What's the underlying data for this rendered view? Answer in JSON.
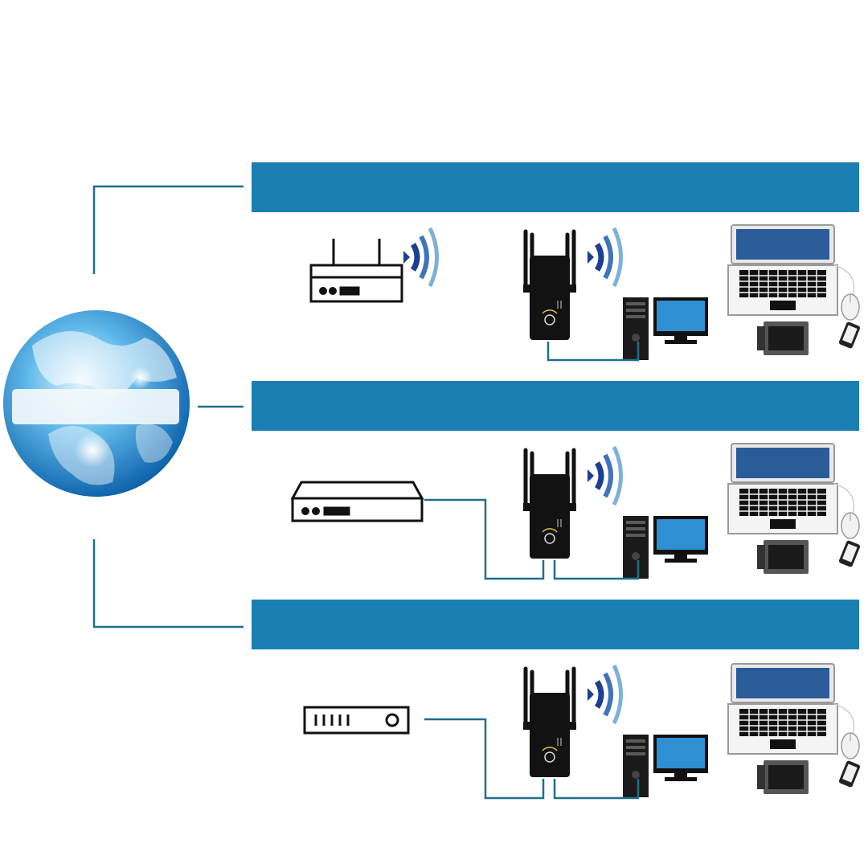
{
  "diagram": {
    "bands": [
      {
        "id": "router-mode",
        "label": ""
      },
      {
        "id": "ap-mode",
        "label": ""
      },
      {
        "id": "client-mode",
        "label": ""
      }
    ],
    "globe": {
      "label": ""
    },
    "colors": {
      "band": "#1b7fb4",
      "connector": "#1f6f8b",
      "signal_dark": "#1d3f8f",
      "signal_light": "#7fb0d8",
      "device_stroke": "#111111",
      "extender_body": "#111111",
      "screen": "#2f8fd3",
      "laptop_screen": "#2a5c9a"
    },
    "icons": [
      "globe-icon",
      "wifi-router-icon",
      "modem-icon",
      "set-top-box-icon",
      "repeater-icon",
      "desktop-pc-icon",
      "laptop-icon",
      "mouse-icon",
      "printer-icon",
      "smartphone-icon",
      "wifi-signal-icon"
    ]
  }
}
